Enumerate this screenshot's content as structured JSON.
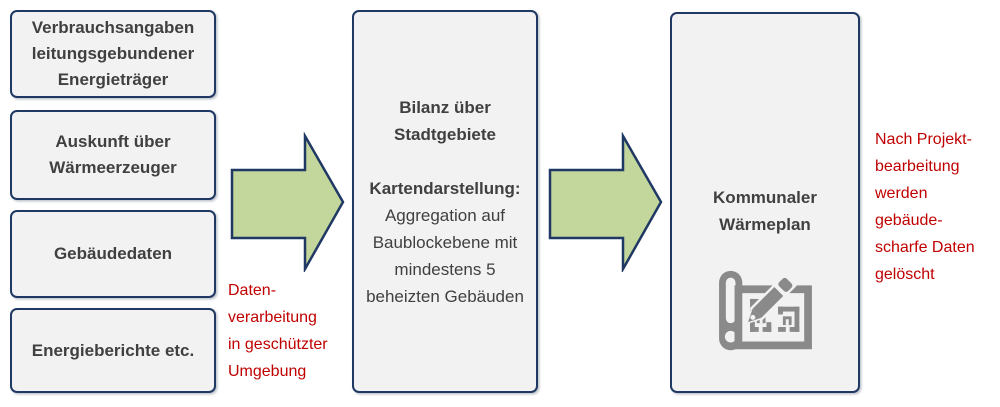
{
  "diagram": {
    "source_boxes": [
      {
        "label": "Verbrauchsangaben\nleitungsgebundener\nEnergieträger"
      },
      {
        "label": "Auskunft über\nWärmeerzeuger"
      },
      {
        "label": "Gebäudedaten"
      },
      {
        "label": "Energieberichte etc."
      }
    ],
    "process_note": "Daten-\nverarbeitung\nin geschützter\nUmgebung",
    "center_box": {
      "title": "Bilanz über\nStadtgebiete",
      "subtitle": "Kartendarstellung:",
      "body": "Aggregation auf\nBaublockebene mit\nmindestens 5\nbeheizten Gebäuden"
    },
    "result_box": {
      "title": "Kommunaler\nWärmeplan",
      "icon": "blueprint-pencil-icon"
    },
    "result_note": "Nach Projekt-\nbearbeitung\nwerden\ngebäude-\nscharfe Daten\ngelöscht",
    "colors": {
      "box_fill": "#f2f2f2",
      "box_border": "#1f3864",
      "arrow_fill": "#c3d69b",
      "box_text": "#404040",
      "note_red": "#c00000",
      "icon_gray": "#8a8a8a"
    }
  }
}
